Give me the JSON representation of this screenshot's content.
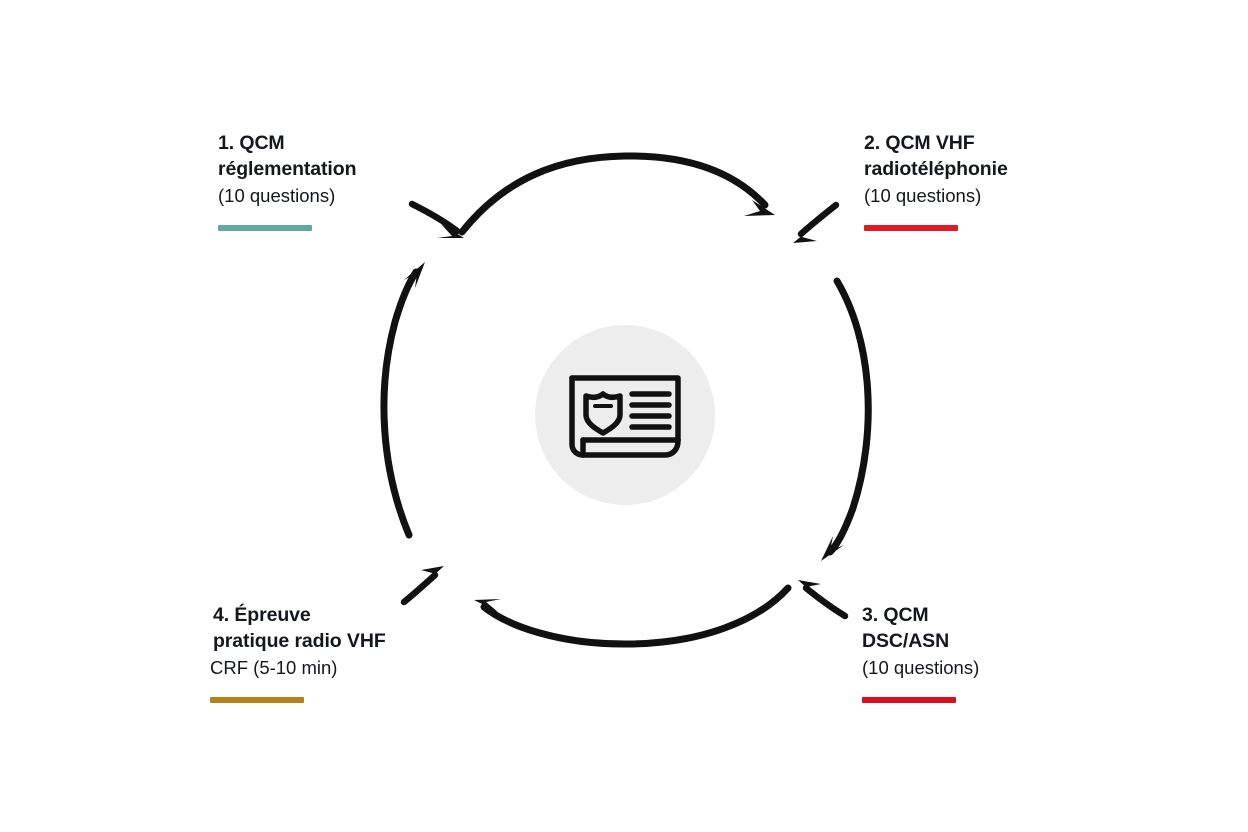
{
  "diagram": {
    "type": "cyclical-process",
    "center": {
      "icon": "certificate-card-icon",
      "disc_color": "#ededed",
      "icon_color": "#111111"
    },
    "arrow_color": "#111111",
    "steps": [
      {
        "id": "step-1",
        "number": "1.",
        "title": "1. QCM\n réglementation",
        "subtitle": "(10 questions)",
        "rule_color": "#5fa9a1",
        "position": "top-left"
      },
      {
        "id": "step-2",
        "number": "2.",
        "title": "2. QCM VHF\nradiotéléphonie",
        "subtitle": "(10 questions)",
        "rule_color": "#e01a26",
        "position": "top-right"
      },
      {
        "id": "step-3",
        "number": "3.",
        "title": "3. QCM\nDSC/ASN",
        "subtitle": "(10 questions)",
        "rule_color": "#d9101f",
        "position": "bottom-right"
      },
      {
        "id": "step-4",
        "number": "4.",
        "title": "4. Épreuve\npratique radio VHF",
        "subtitle": "CRF (5-10 min)",
        "rule_color": "#b8821b",
        "position": "bottom-left"
      }
    ]
  }
}
